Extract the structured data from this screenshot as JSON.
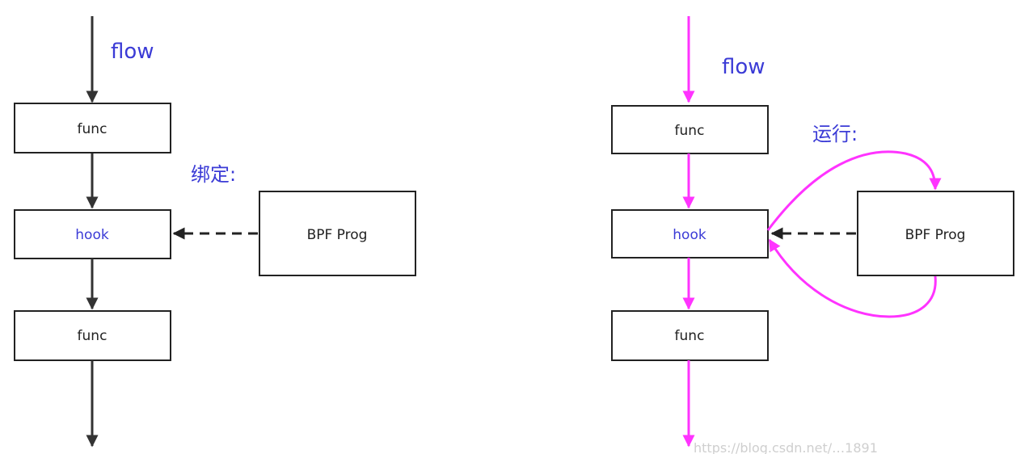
{
  "left_panel": {
    "flow_label": "flow",
    "bind_label": "绑定:",
    "func_top_label": "func",
    "hook_label": "hook",
    "func_bottom_label": "func",
    "bpf_label": "BPF Prog"
  },
  "right_panel": {
    "flow_label": "flow",
    "run_label": "运行:",
    "func_top_label": "func",
    "hook_label": "hook",
    "func_bottom_label": "func",
    "bpf_label": "BPF Prog"
  },
  "watermark": "https://blog.csdn.net/…1891",
  "colors": {
    "flow_dark": "#333333",
    "flow_pink": "#ff33ff",
    "label_blue": "#3b3bd6",
    "box_border": "#222222"
  }
}
